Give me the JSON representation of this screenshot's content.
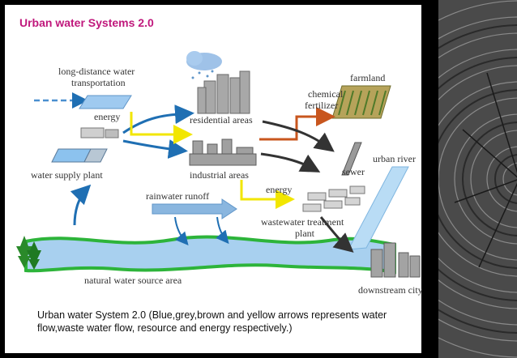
{
  "title": "Urban water Systems 2.0",
  "diagram": {
    "labels": {
      "long_distance_1": "long-distance water",
      "long_distance_2": "transportation",
      "energy_top": "energy",
      "residential": "residential areas",
      "chemical_1": "chemical",
      "chemical_2": "fertilizer",
      "farmland": "farmland",
      "water_supply": "water supply plant",
      "industrial": "industrial areas",
      "sewer": "sewer",
      "urban_river": "urban river",
      "energy_mid": "energy",
      "rainwater": "rainwater runoff",
      "wastewater_1": "wastewater treatment",
      "wastewater_2": "plant",
      "natural_water": "natural water source area",
      "downstream": "downstream city"
    },
    "colors": {
      "water_flow": "#1f6fb3",
      "waste_flow": "#3a3a3a",
      "resource_flow": "#c8561e",
      "energy_flow": "#f2e600",
      "river_fill": "#a8d0ef",
      "river_bank": "#2db43a"
    }
  },
  "caption": "Urban water System 2.0 (Blue,grey,brown and yellow arrows represents water flow,waste water flow, resource and energy respectively.)"
}
